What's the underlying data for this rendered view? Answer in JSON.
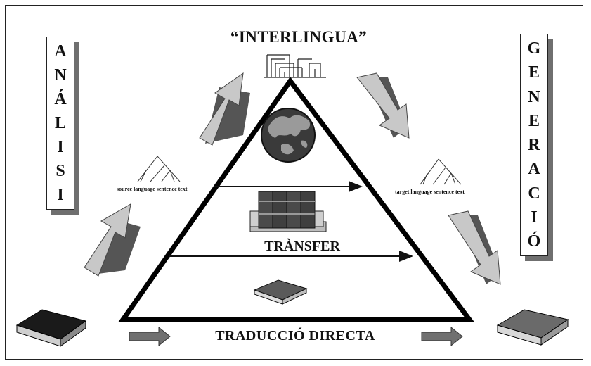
{
  "titles": {
    "interlingua": "“INTERLINGUA”",
    "transfer": "TRÀNSFER",
    "direct": "TRADUCCIÓ DIRECTA"
  },
  "labels": {
    "source": "source language sentence text",
    "target": "target language sentence text"
  },
  "analysis_letters": [
    "A",
    "N",
    "Á",
    "L",
    "I",
    "S",
    "I"
  ],
  "generation_letters": [
    "G",
    "E",
    "N",
    "E",
    "R",
    "A",
    "C",
    "I",
    "Ó"
  ],
  "icons": [
    "parse-tree-icon",
    "globe-icon",
    "books-icon",
    "book-icon"
  ],
  "colors": {
    "ink": "#111111",
    "arrow_light": "#c8c8c8",
    "arrow_dark": "#555555",
    "globe": "#3a3a3a"
  }
}
